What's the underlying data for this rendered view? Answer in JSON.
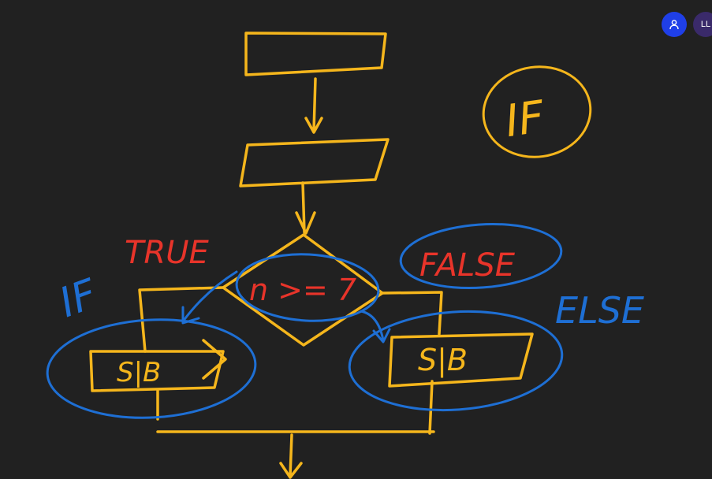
{
  "colors": {
    "background": "#212121",
    "flow": "#f5b61c",
    "annotation": "#1e6fd4",
    "condition": "#e8342a"
  },
  "labels": {
    "if_circled": "IF",
    "if_left": "IF",
    "true_label": "TRUE",
    "false_label": "FALSE",
    "else_label": "ELSE",
    "condition": "n >= 7",
    "box_true": "S|B",
    "box_false": "S|B"
  },
  "avatars": {
    "user_icon": "person-icon",
    "initials": "LL"
  }
}
